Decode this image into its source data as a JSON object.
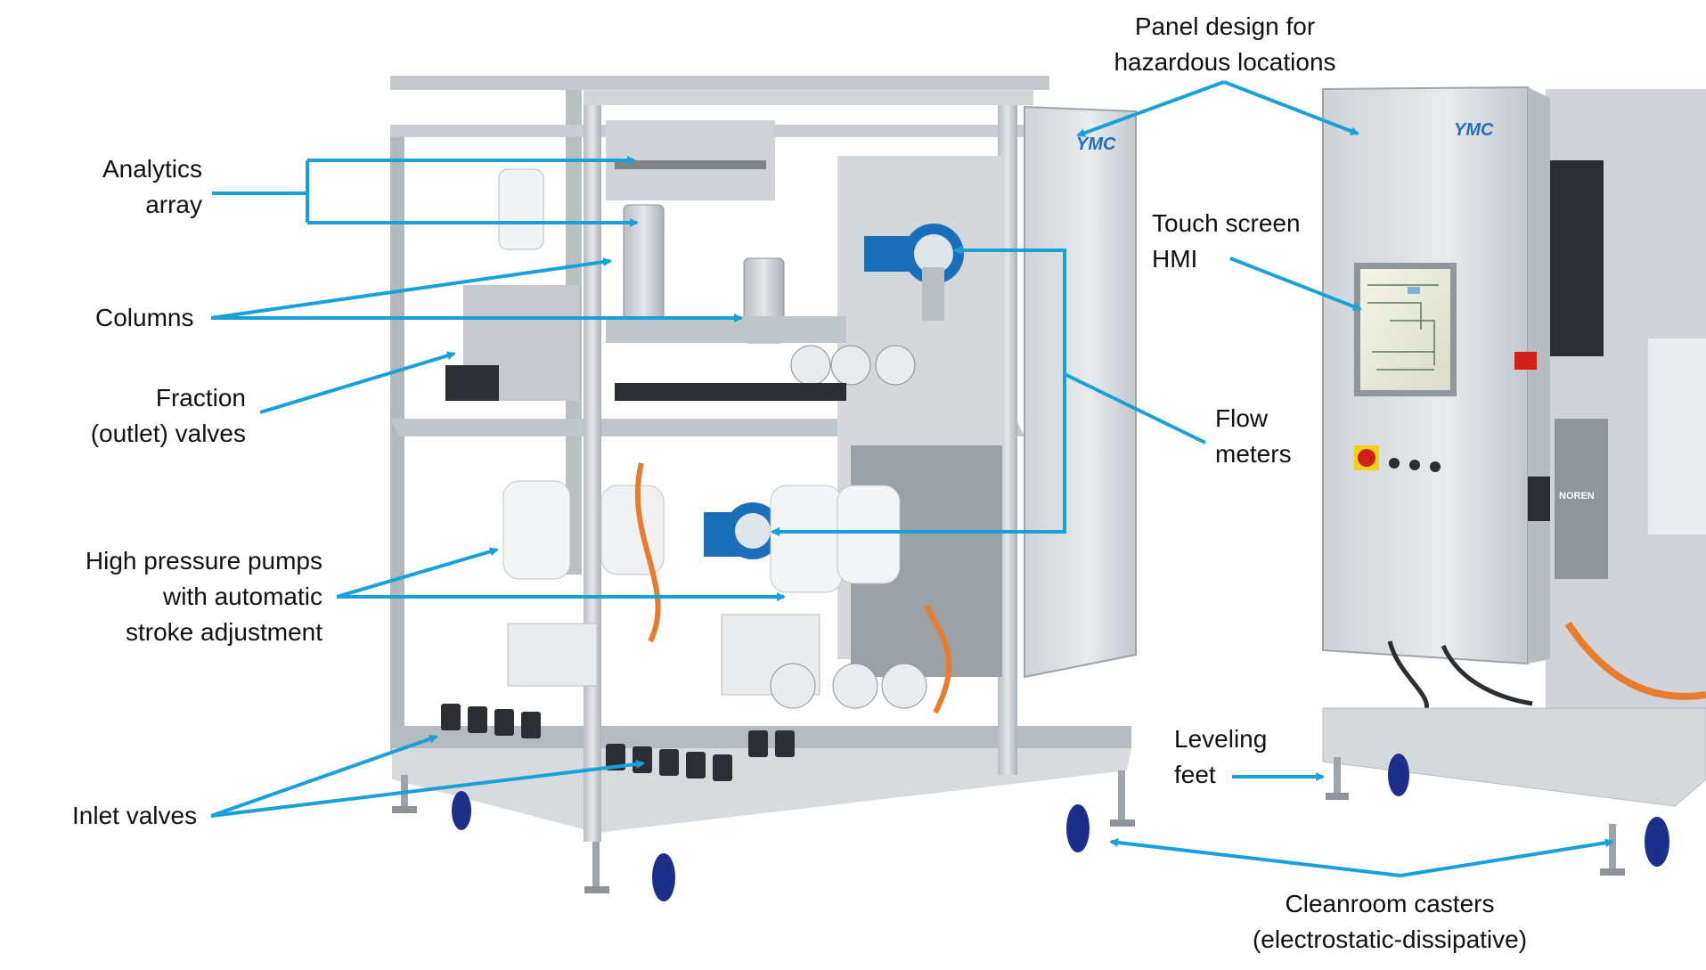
{
  "brand": {
    "logo_text": "YMC",
    "panel_logo_text": "NOREN"
  },
  "colors": {
    "arrow": "#1aa0d8",
    "steel": "#c9cdd1",
    "steel_dark": "#8d9399",
    "caster": "#1c2f8a",
    "flowmeter": "#1b6fb8",
    "cable_orange": "#e87b2c"
  },
  "annotations": {
    "analytics": [
      "Analytics",
      "array"
    ],
    "columns": [
      "Columns"
    ],
    "fraction": [
      "Fraction",
      "(outlet) valves"
    ],
    "pumps": [
      "High pressure pumps",
      "with automatic",
      "stroke adjustment"
    ],
    "inlet": [
      "Inlet valves"
    ],
    "panel": [
      "Panel design for",
      "hazardous locations"
    ],
    "hmi": [
      "Touch screen",
      "HMI"
    ],
    "flow": [
      "Flow",
      "meters"
    ],
    "leveling": [
      "Leveling",
      "feet"
    ],
    "casters": [
      "Cleanroom casters",
      "(electrostatic-dissipative)"
    ]
  }
}
